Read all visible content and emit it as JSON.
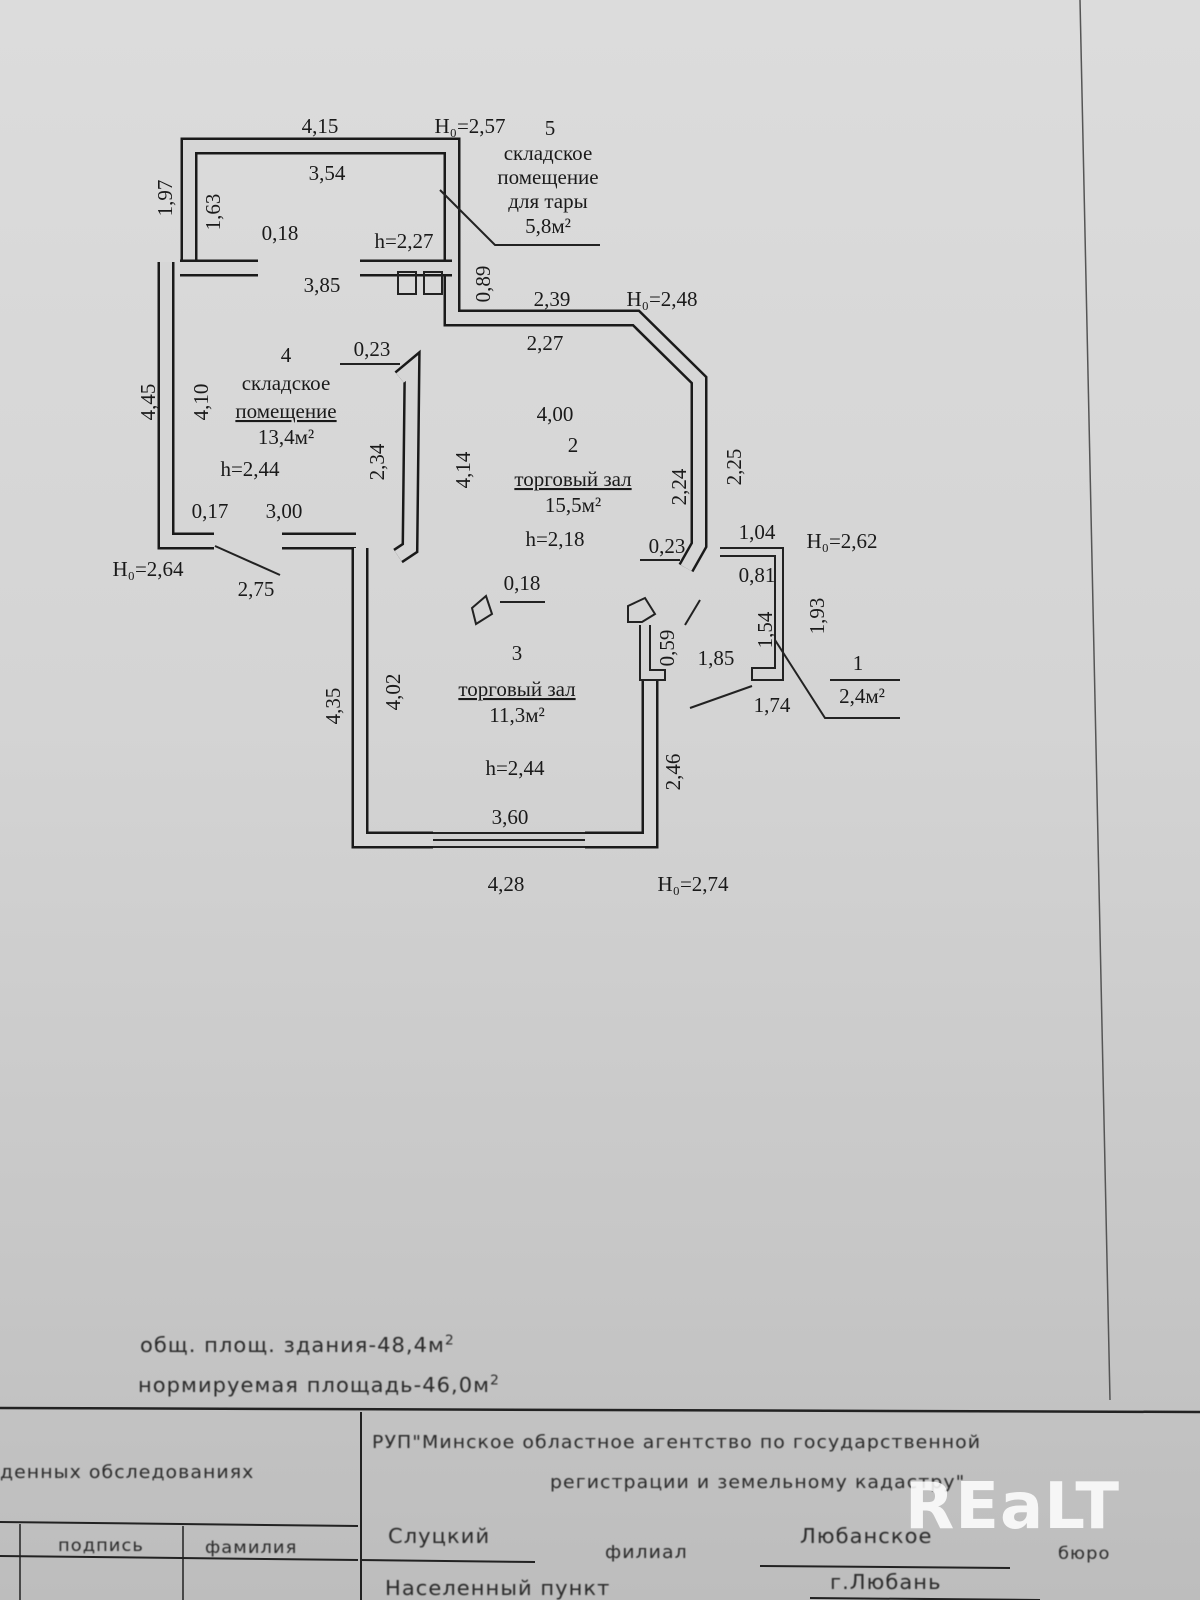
{
  "rooms": {
    "r5": {
      "num": "5",
      "name1": "складское",
      "name2": "помещение",
      "name3": "для тары",
      "area": "5,8м²",
      "height": "h=2,27"
    },
    "r4": {
      "num": "4",
      "name1": "складское",
      "name2": "помещение",
      "area": "13,4м²",
      "height": "h=2,44"
    },
    "r2": {
      "num": "2",
      "name": "торговый зал",
      "area": "15,5м²",
      "height": "h=2,18"
    },
    "r3": {
      "num": "3",
      "name": "торговый зал",
      "area": "11,3м²",
      "height": "h=2,44"
    },
    "r1": {
      "num": "1",
      "area": "2,4м²"
    }
  },
  "dims": [
    "4,15",
    "H₀=2,57",
    "3,54",
    "1,97",
    "1,63",
    "0,18",
    "3,85",
    "0,89",
    "2,39",
    "H₀=2,48",
    "2,27",
    "0,23",
    "4,45",
    "4,10",
    "2,34",
    "4,14",
    "4,00",
    "2,24",
    "2,25",
    "0,17",
    "3,00",
    "H₀=2,64",
    "2,75",
    "0,23",
    "1,04",
    "H₀=2,62",
    "0,81",
    "0,18",
    "0,59",
    "1,85",
    "1,54",
    "1,93",
    "1,74",
    "4,35",
    "4,02",
    "2,46",
    "3,60",
    "4,28",
    "H₀=2,74"
  ],
  "summary": {
    "total": "общ. площ. здания-48,4м",
    "total_sup": "2",
    "normed": "нормируемая площадь-46,0м",
    "normed_sup": "2"
  },
  "title_block": {
    "left_header": "денных обследованиях",
    "col_signature": "подпись",
    "col_surname": "фамилия",
    "org_line1": "РУП\"Минское областное агентство по государственной",
    "org_line2": "регистрации и земельному кадастру\"",
    "branch_value": "Слуцкий",
    "branch_label": "филиал",
    "bureau_value": "Любанское",
    "bureau_label": "бюро",
    "settlement_label": "Населенный пункт",
    "settlement_value": "г.Любань"
  },
  "watermark": "REaLT"
}
